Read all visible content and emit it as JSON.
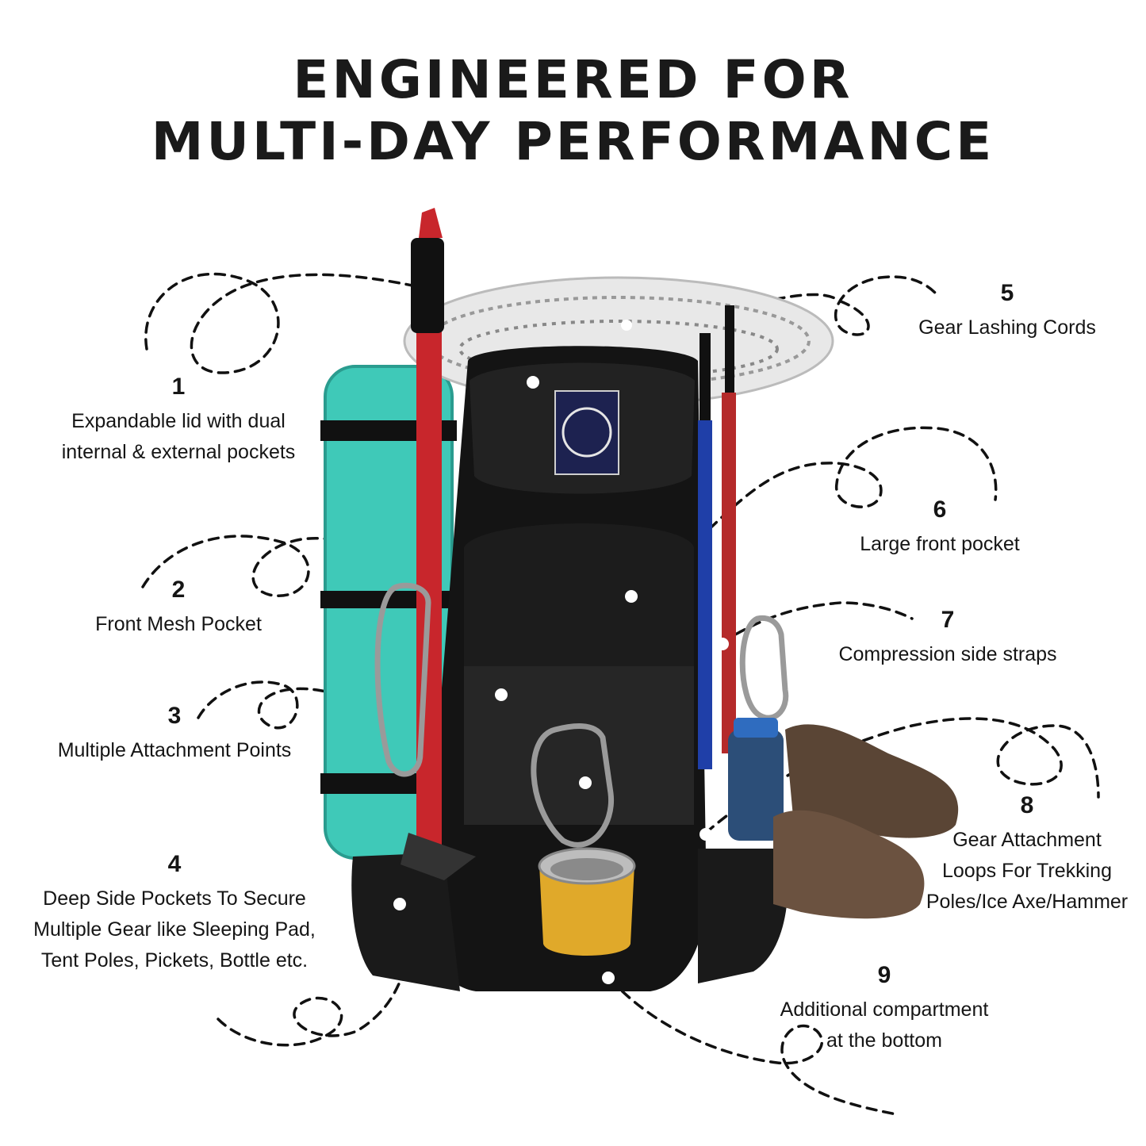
{
  "headline": {
    "line1": "ENGINEERED FOR",
    "line2": "MULTI-DAY PERFORMANCE"
  },
  "callouts": [
    {
      "number": "1",
      "text": "Expandable lid with dual\ninternal & external pockets"
    },
    {
      "number": "2",
      "text": "Front Mesh Pocket"
    },
    {
      "number": "3",
      "text": "Multiple Attachment Points"
    },
    {
      "number": "4",
      "text": "Deep Side Pockets To Secure\nMultiple Gear like Sleeping Pad,\nTent Poles, Pickets, Bottle etc."
    },
    {
      "number": "5",
      "text": "Gear Lashing Cords"
    },
    {
      "number": "6",
      "text": "Large front pocket"
    },
    {
      "number": "7",
      "text": "Compression side straps"
    },
    {
      "number": "8",
      "text": "Gear Attachment\nLoops For Trekking\nPoles/Ice Axe/Hammer"
    },
    {
      "number": "9",
      "text": "Additional compartment\nat the bottom"
    }
  ],
  "colors": {
    "pack": "#141414",
    "mat": "#3fc9b8",
    "axe": "#c8262c",
    "pole_blue": "#1f3fa8",
    "pole_red": "#b52a2a",
    "boot": "#5a4535",
    "mug_gold": "#e0a92a",
    "line": "#111111"
  }
}
